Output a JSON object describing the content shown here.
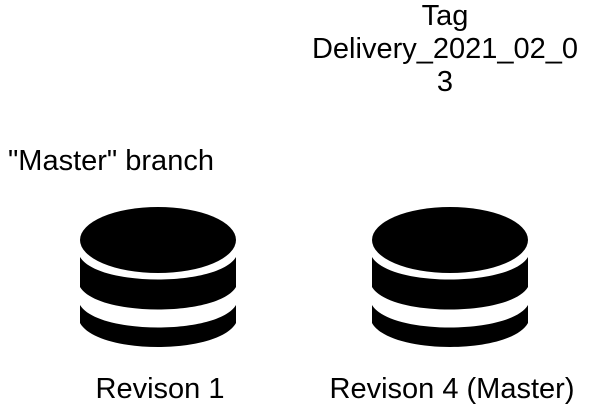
{
  "tag": {
    "line1": "Tag",
    "line2": "Delivery_2021_02_0",
    "line3": "3"
  },
  "branch": {
    "label": "\"Master\" branch"
  },
  "revisions": [
    {
      "label": "Revison 1",
      "icon": "database-icon"
    },
    {
      "label": "Revison 4 (Master)",
      "icon": "database-icon"
    }
  ],
  "colors": {
    "icon_fill": "#000000",
    "background": "#ffffff"
  }
}
